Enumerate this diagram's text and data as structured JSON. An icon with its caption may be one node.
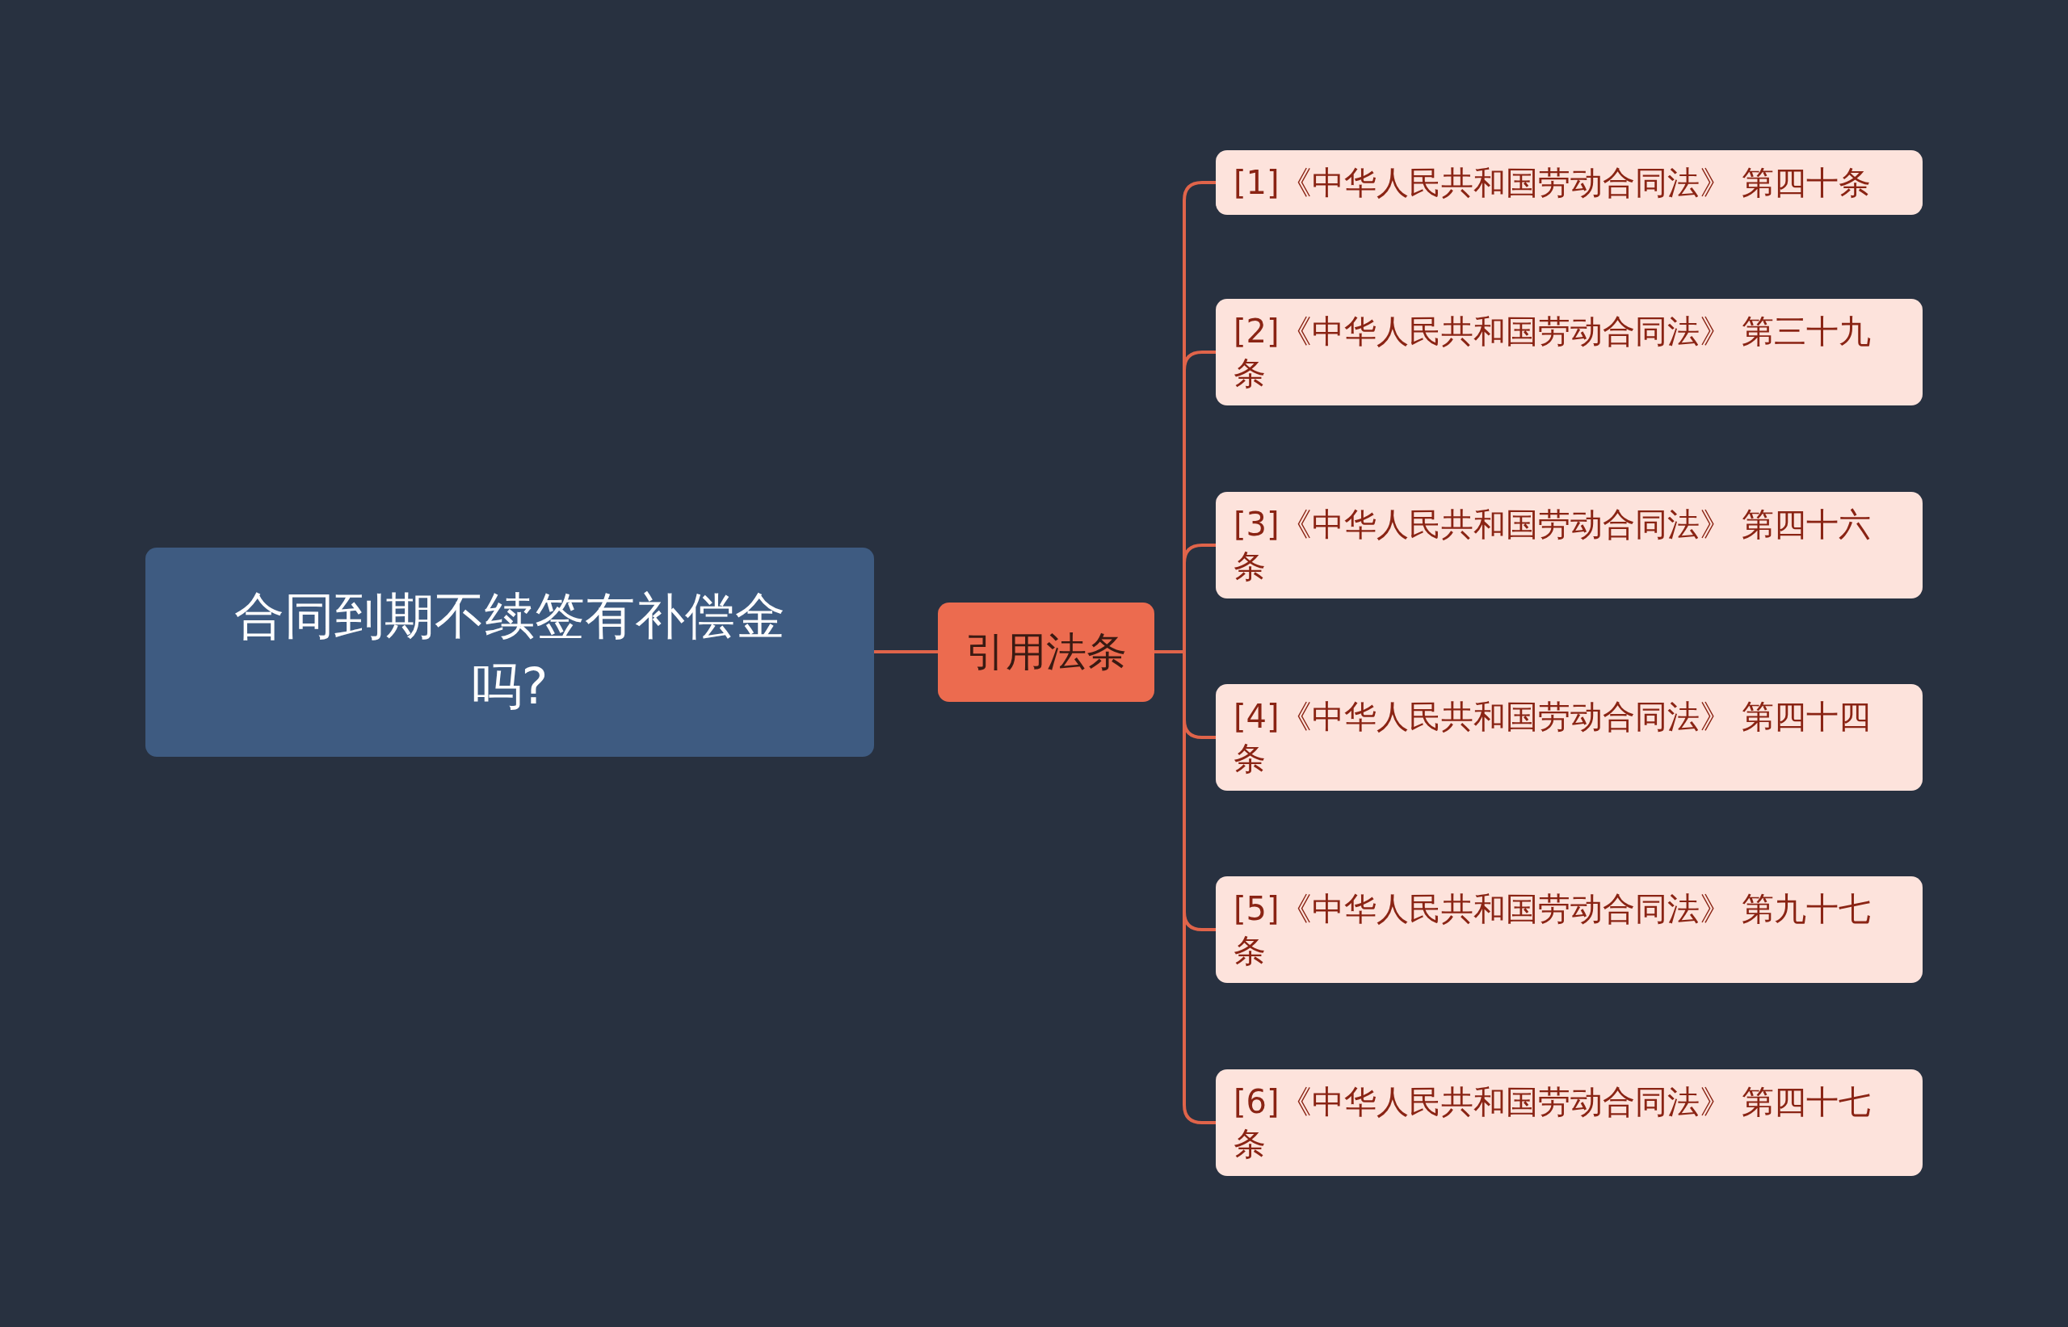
{
  "diagram": {
    "nodes": [
      {
        "text": [
          "合同到期不续签有补偿金吗?"
        ]
      },
      {
        "text": [
          "引用法条"
        ]
      },
      {
        "text": [
          "[1]《中华人民共和国劳动合同法》 第四十条"
        ]
      },
      {
        "text": [
          "[2]《中华人民共和国劳动合同法》 第三十九条"
        ]
      },
      {
        "text": [
          "[3]《中华人民共和国劳动合同法》 第四十六条"
        ]
      },
      {
        "text": [
          "[4]《中华人民共和国劳动合同法》 第四十四条"
        ]
      },
      {
        "text": [
          "[5]《中华人民共和国劳动合同法》 第九十七条"
        ]
      },
      {
        "text": [
          "[6]《中华人民共和国劳动合同法》 第四十七条"
        ]
      }
    ],
    "edges": [
      {
        "from": 0,
        "to": 1,
        "arrow": "none"
      },
      {
        "from": 1,
        "to": 2,
        "arrow": "none"
      },
      {
        "from": 1,
        "to": 3,
        "arrow": "none"
      },
      {
        "from": 1,
        "to": 4,
        "arrow": "none"
      },
      {
        "from": 1,
        "to": 5,
        "arrow": "none"
      },
      {
        "from": 1,
        "to": 6,
        "arrow": "none"
      },
      {
        "from": 1,
        "to": 7,
        "arrow": "none"
      }
    ]
  }
}
